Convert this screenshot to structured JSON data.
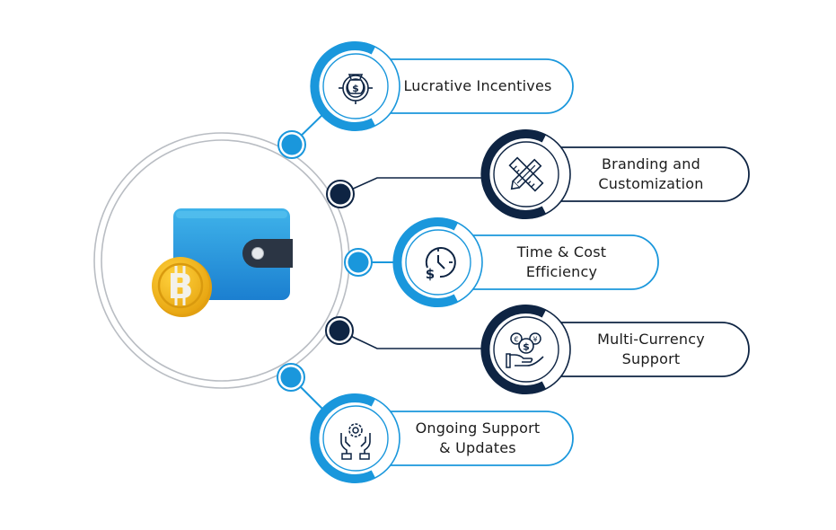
{
  "colors": {
    "blue": "#1a97dc",
    "navy": "#0e2443",
    "ring_gray": "#b9bdc3",
    "text": "#1c1c1c"
  },
  "center": {
    "image": "crypto-wallet-with-bitcoin",
    "coin_symbol": "B"
  },
  "features": [
    {
      "id": "lucrative-incentives",
      "lines": [
        "Lucrative Incentives"
      ],
      "icon": "money-bag-target-icon",
      "theme": "blue"
    },
    {
      "id": "branding-customization",
      "lines": [
        "Branding and",
        "Customization"
      ],
      "icon": "pencil-ruler-icon",
      "theme": "navy"
    },
    {
      "id": "time-cost-efficiency",
      "lines": [
        "Time & Cost",
        "Efficiency"
      ],
      "icon": "clock-dollar-icon",
      "theme": "blue"
    },
    {
      "id": "multi-currency-support",
      "lines": [
        "Multi-Currency",
        "Support"
      ],
      "icon": "hand-coins-icon",
      "theme": "navy"
    },
    {
      "id": "ongoing-support-updates",
      "lines": [
        "Ongoing Support",
        "& Updates"
      ],
      "icon": "hands-gear-icon",
      "theme": "blue"
    }
  ]
}
